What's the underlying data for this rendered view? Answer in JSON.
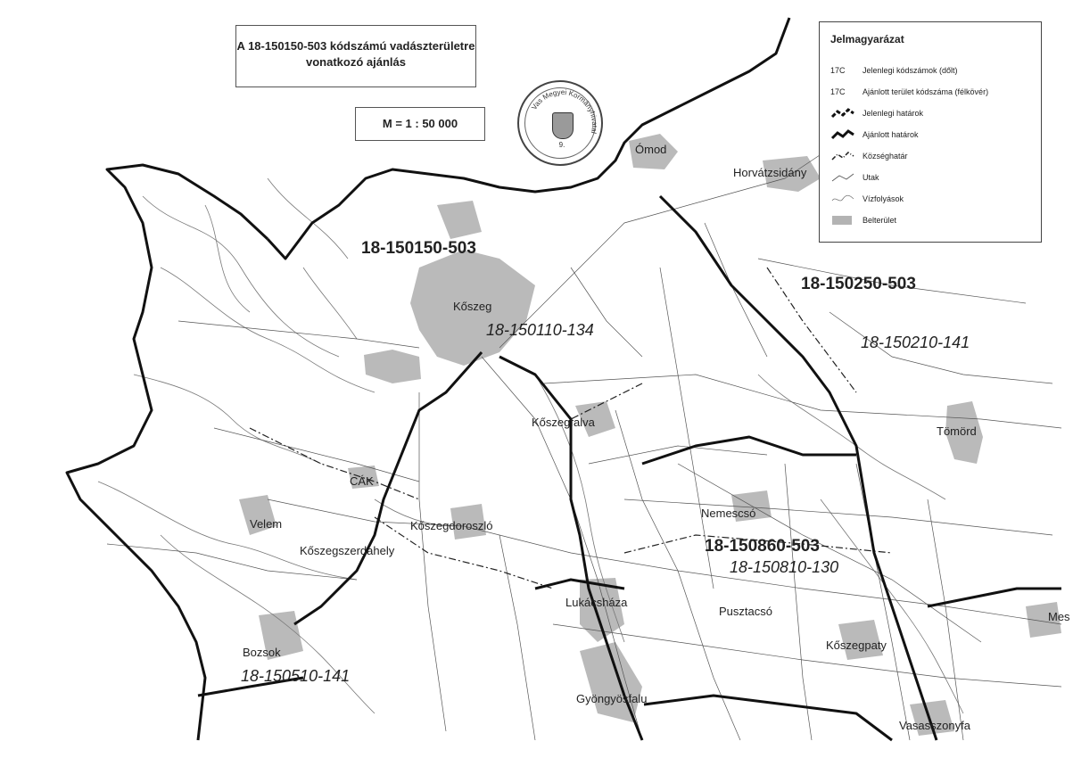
{
  "title": {
    "line1": "A 18-150150-503 kódszámú vadászterületre",
    "line2": "vonatkozó ajánlás"
  },
  "scale": "M = 1 : 50 000",
  "stamp": {
    "ring_text": "Vas Megyei Kormányhivatal",
    "number": "9."
  },
  "legend": {
    "title": "Jelmagyarázat",
    "items": [
      {
        "symbol": "17C",
        "label": "Jelenlegi kódszámok (dőlt)"
      },
      {
        "symbol": "17C",
        "label": "Ajánlott terület kódszáma (félkövér)"
      },
      {
        "symbol": "",
        "label": "Jelenlegi határok",
        "icon": "thick-dashed-line"
      },
      {
        "symbol": "",
        "label": "Ajánlott határok",
        "icon": "thick-line"
      },
      {
        "symbol": "",
        "label": "Községhatár",
        "icon": "dash-dot-line"
      },
      {
        "symbol": "",
        "label": "Utak",
        "icon": "thin-line"
      },
      {
        "symbol": "",
        "label": "Vízfolyások",
        "icon": "wavy-line"
      },
      {
        "symbol": "",
        "label": "Belterület",
        "icon": "grey-area"
      }
    ]
  },
  "area_codes": {
    "proposed": [
      "18-150150-503",
      "18-150250-503",
      "18-150860-503"
    ],
    "current": [
      "18-150110-134",
      "18-150210-141",
      "18-150810-130",
      "18-150510-141"
    ]
  },
  "settlements": {
    "omod": "Ómod",
    "horvatzsidany": "Horvátzsidány",
    "koszeg": "Kőszeg",
    "koszegfalva": "Kőszegfalva",
    "tomord": "Tömörd",
    "cak": "CÁK",
    "velem": "Velem",
    "koszegdoroszlo": "Kőszegdoroszló",
    "koszegszerdahely": "Kőszegszerdahely",
    "nemescso": "Nemescsó",
    "lukacshaza": "Lukácsháza",
    "pusztacso": "Pusztacsó",
    "bozsok": "Bozsok",
    "koszegpaty": "Kőszegpaty",
    "gyongyosfalu": "Gyöngyösfalu",
    "vasasszonyfa": "Vasasszonyfa",
    "meszlen": "Mes"
  },
  "colors": {
    "paper": "#ffffff",
    "boundary": "#111111",
    "road": "#555555",
    "stream": "#777777",
    "builtup": "#b3b3b3"
  }
}
